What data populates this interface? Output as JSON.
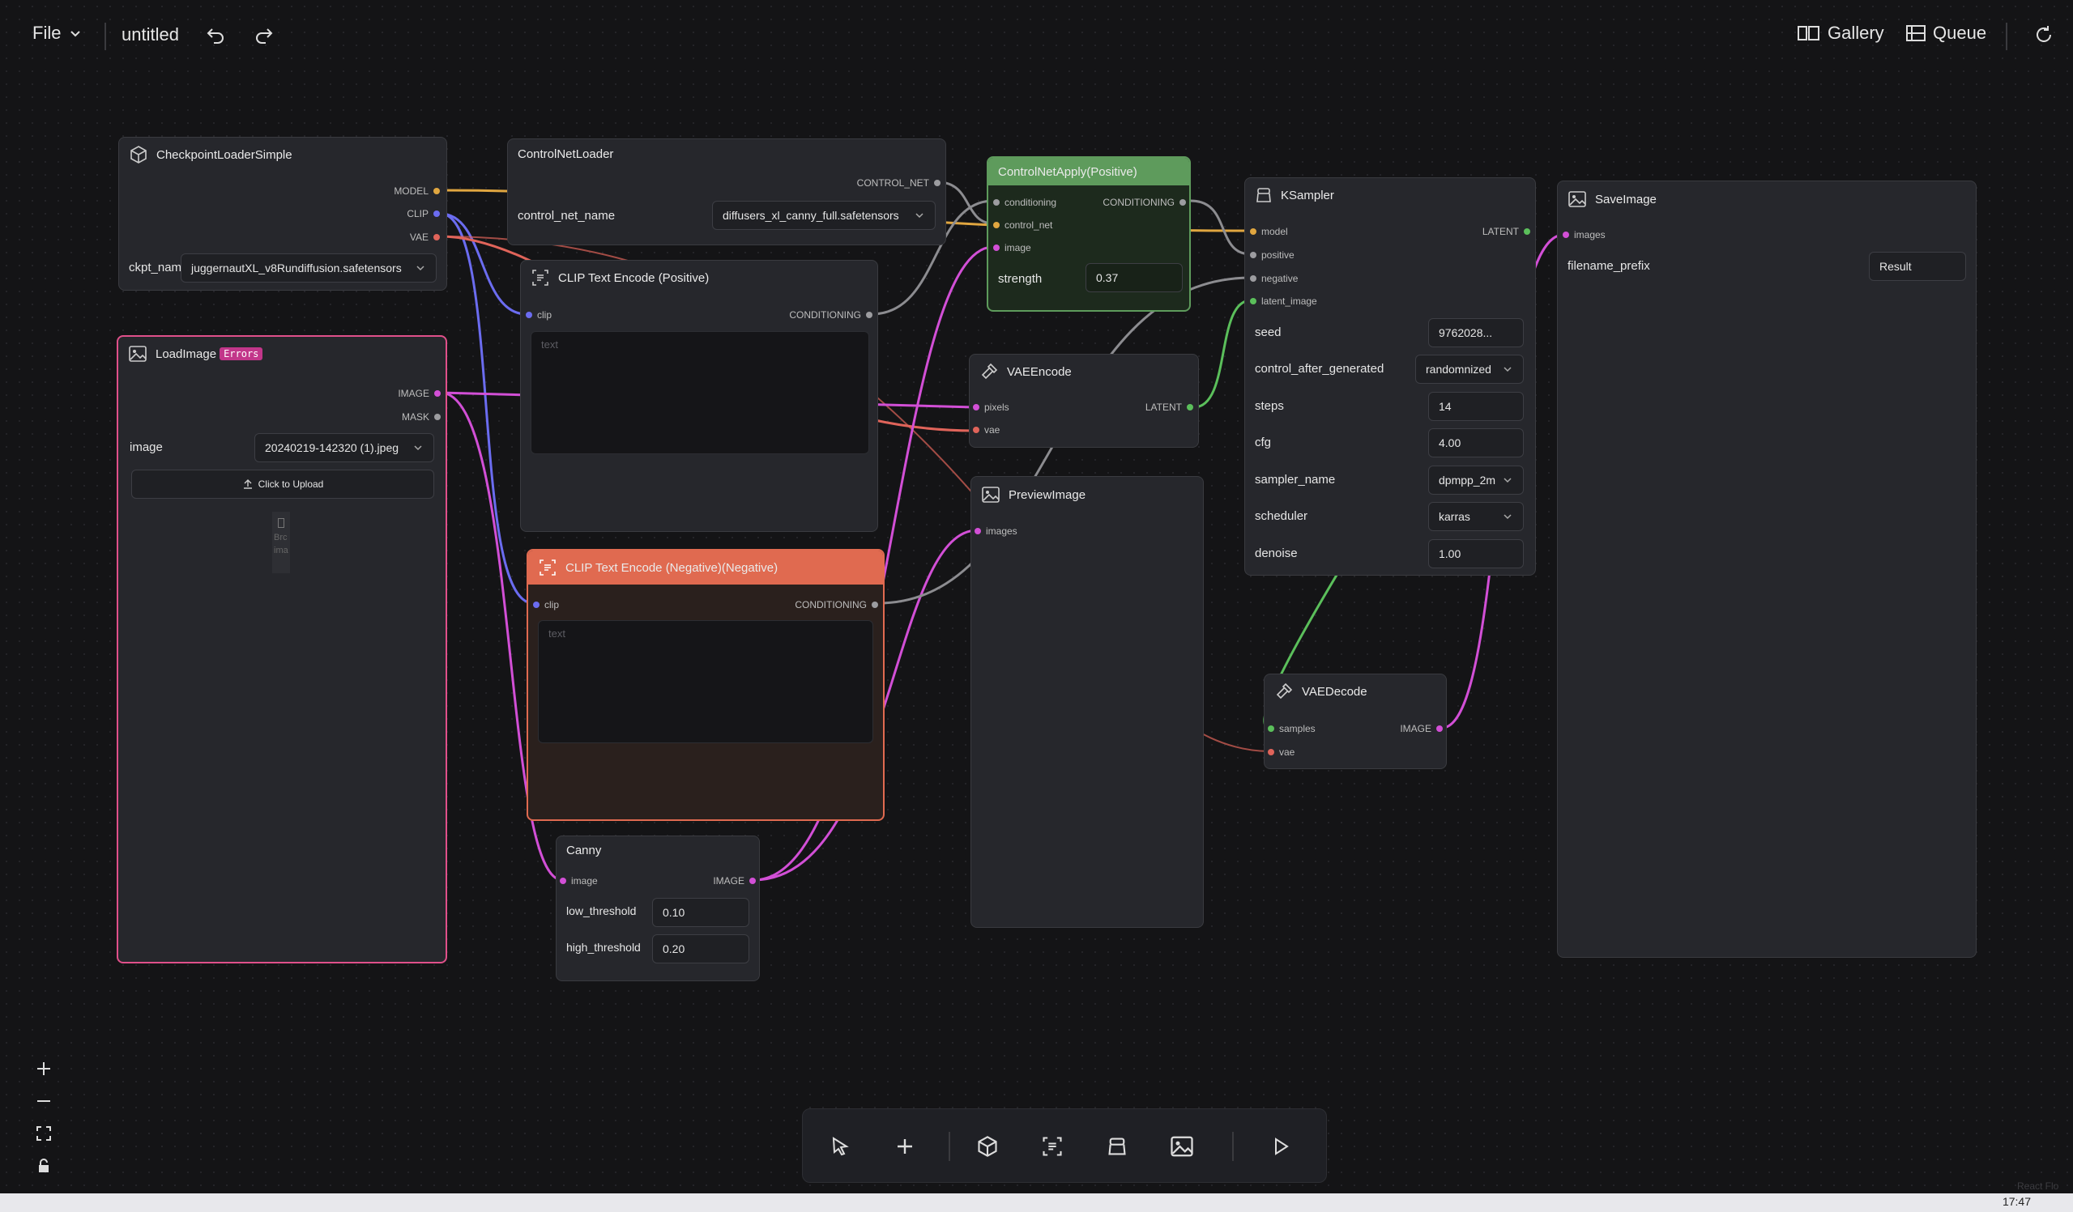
{
  "topbar": {
    "file_label": "File",
    "doc_title": "untitled",
    "gallery_label": "Gallery",
    "queue_label": "Queue"
  },
  "nodes": {
    "checkpoint": {
      "title": "CheckpointLoaderSimple",
      "outputs": [
        "MODEL",
        "CLIP",
        "VAE"
      ],
      "ckpt_label": "ckpt_nam",
      "ckpt_value": "juggernautXL_v8Rundiffusion.safetensors"
    },
    "controlnet_loader": {
      "title": "ControlNetLoader",
      "output": "CONTROL_NET",
      "name_label": "control_net_name",
      "name_value": "diffusers_xl_canny_full.safetensors"
    },
    "controlnet_apply": {
      "title": "ControlNetApply(Positive)",
      "inputs": [
        "conditioning",
        "control_net",
        "image"
      ],
      "output": "CONDITIONING",
      "strength_label": "strength",
      "strength_value": "0.37"
    },
    "ksampler": {
      "title": "KSampler",
      "inputs": [
        "model",
        "positive",
        "negative",
        "latent_image"
      ],
      "output": "LATENT",
      "fields": [
        {
          "label": "seed",
          "value": "9762028...",
          "dropdown": false
        },
        {
          "label": "control_after_generated",
          "value": "randomnized",
          "dropdown": true
        },
        {
          "label": "steps",
          "value": "14",
          "dropdown": false
        },
        {
          "label": "cfg",
          "value": "4.00",
          "dropdown": false
        },
        {
          "label": "sampler_name",
          "value": "dpmpp_2m",
          "dropdown": true
        },
        {
          "label": "scheduler",
          "value": "karras",
          "dropdown": true
        },
        {
          "label": "denoise",
          "value": "1.00",
          "dropdown": false
        }
      ]
    },
    "saveimage": {
      "title": "SaveImage",
      "input": "images",
      "prefix_label": "filename_prefix",
      "prefix_value": "Result"
    },
    "loadimage": {
      "title": "LoadImage",
      "badge": "Errors",
      "outputs": [
        "IMAGE",
        "MASK"
      ],
      "image_label": "image",
      "image_value": "20240219-142320 (1).jpeg",
      "upload_label": "Click to Upload",
      "broken_text": "Brc ima"
    },
    "clip_pos": {
      "title": "CLIP Text Encode (Positive)",
      "input": "clip",
      "output": "CONDITIONING",
      "placeholder": "text"
    },
    "clip_neg": {
      "title": "CLIP Text Encode (Negative)(Negative)",
      "input": "clip",
      "output": "CONDITIONING",
      "placeholder": "text"
    },
    "vaeencode": {
      "title": "VAEEncode",
      "inputs": [
        "pixels",
        "vae"
      ],
      "output": "LATENT"
    },
    "preview": {
      "title": "PreviewImage",
      "input": "images"
    },
    "vaedecode": {
      "title": "VAEDecode",
      "inputs": [
        "samples",
        "vae"
      ],
      "output": "IMAGE"
    },
    "canny": {
      "title": "Canny",
      "input": "image",
      "output": "IMAGE",
      "low_label": "low_threshold",
      "low_value": "0.10",
      "high_label": "high_threshold",
      "high_value": "0.20"
    }
  },
  "taskbar": {
    "time": "17:47"
  },
  "watermark": "React Flo",
  "colors": {
    "model": "#e0a640",
    "clip": "#6b6cf0",
    "vae": "#e0645a",
    "image": "#d24fd6",
    "latent": "#5bbf5b",
    "conditioning": "#8c8c90",
    "controlnet_header": "#5e9b5c",
    "negative_header": "#e06a50",
    "error_border": "#e0508a"
  }
}
